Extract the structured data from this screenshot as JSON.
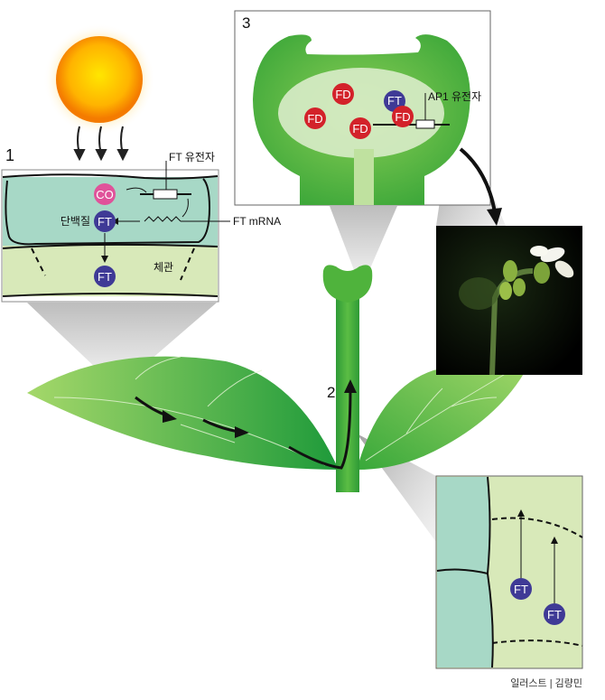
{
  "panel1": {
    "number": "1",
    "ft_gene_label": "FT 유전자",
    "co_label": "CO",
    "ft_protein_label": "FT",
    "protein_label": "단백질",
    "ft_mrna_label": "FT mRNA",
    "phloem_label": "체관",
    "ft_phloem_label": "FT"
  },
  "panel2": {
    "number": "2"
  },
  "panel3": {
    "number": "3",
    "fd_labels": [
      "FD",
      "FD",
      "FD",
      "FD"
    ],
    "ft_label": "FT",
    "ap1_gene_label": "AP1 유전자"
  },
  "panel4": {
    "ft_labels": [
      "FT",
      "FT"
    ]
  },
  "credit": "일러스트 | 김량민",
  "colors": {
    "co": "#e0529a",
    "ft": "#3f3a96",
    "fd": "#d3222a",
    "cell_teal": "#a7d8c6",
    "phloem_green": "#d8e9b9",
    "plant_green": "#5db83a"
  }
}
